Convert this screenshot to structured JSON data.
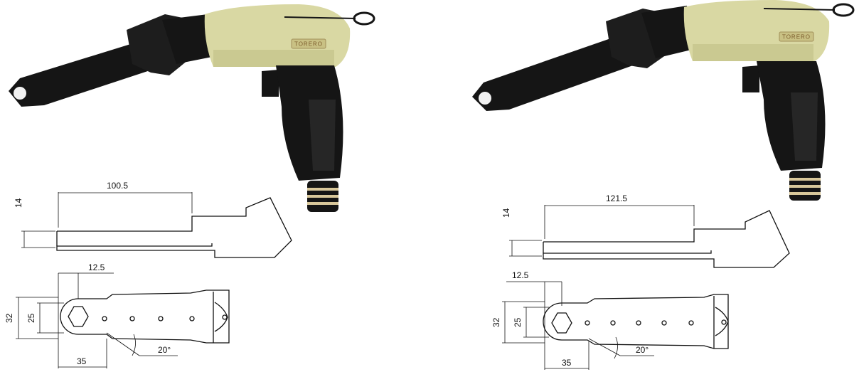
{
  "brand": "TORERO",
  "colors": {
    "housing": "#d9d8a3",
    "housing_shade": "#b9b77c",
    "black": "#151515",
    "stripe": "#d8c79a"
  },
  "left": {
    "side_view": {
      "length_label": "100.5",
      "height_label": "14"
    },
    "top_view": {
      "hex_label": "12.5",
      "width_outer_label": "32",
      "width_inner_label": "25",
      "offset_label": "35",
      "angle_label": "20°"
    }
  },
  "right": {
    "side_view": {
      "length_label": "121.5",
      "height_label": "14"
    },
    "top_view": {
      "hex_label": "12.5",
      "width_outer_label": "32",
      "width_inner_label": "25",
      "offset_label": "35",
      "angle_label": "20°"
    }
  }
}
